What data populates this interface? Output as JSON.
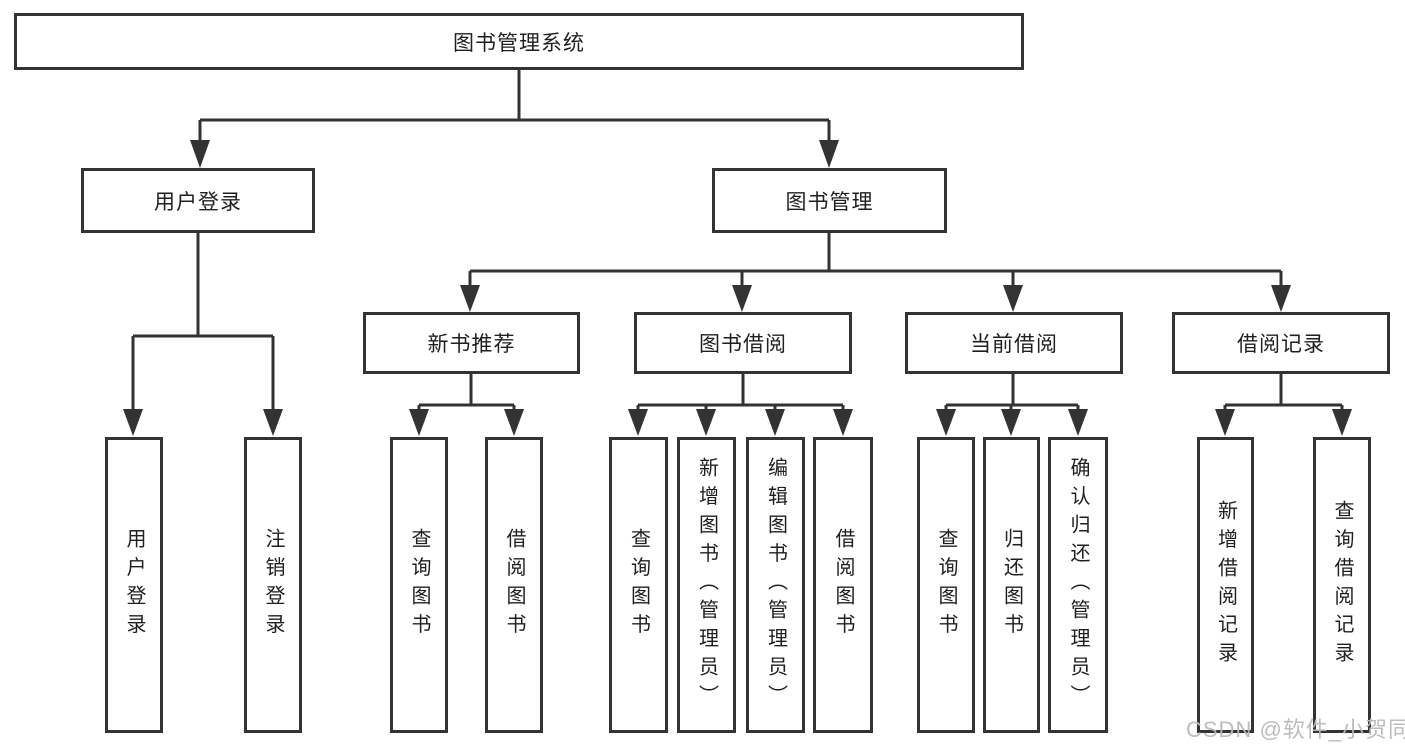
{
  "colors": {
    "line": "#333333",
    "text": "#1f1f1f",
    "bg": "#ffffff",
    "watermark": "#b9b9b9"
  },
  "watermark": "CSDN @软件_小贺同学",
  "tree": {
    "label": "图书管理系统",
    "children": [
      {
        "label": "用户登录",
        "children": [
          {
            "label": "用户登录"
          },
          {
            "label": "注销登录"
          }
        ]
      },
      {
        "label": "图书管理",
        "children": [
          {
            "label": "新书推荐",
            "children": [
              {
                "label": "查询图书"
              },
              {
                "label": "借阅图书"
              }
            ]
          },
          {
            "label": "图书借阅",
            "children": [
              {
                "label": "查询图书"
              },
              {
                "label": "新增图书（管理员）"
              },
              {
                "label": "编辑图书（管理员）"
              },
              {
                "label": "借阅图书"
              }
            ]
          },
          {
            "label": "当前借阅",
            "children": [
              {
                "label": "查询图书"
              },
              {
                "label": "归还图书"
              },
              {
                "label": "确认归还（管理员）"
              }
            ]
          },
          {
            "label": "借阅记录",
            "children": [
              {
                "label": "新增借阅记录"
              },
              {
                "label": "查询借阅记录"
              }
            ]
          }
        ]
      }
    ]
  }
}
